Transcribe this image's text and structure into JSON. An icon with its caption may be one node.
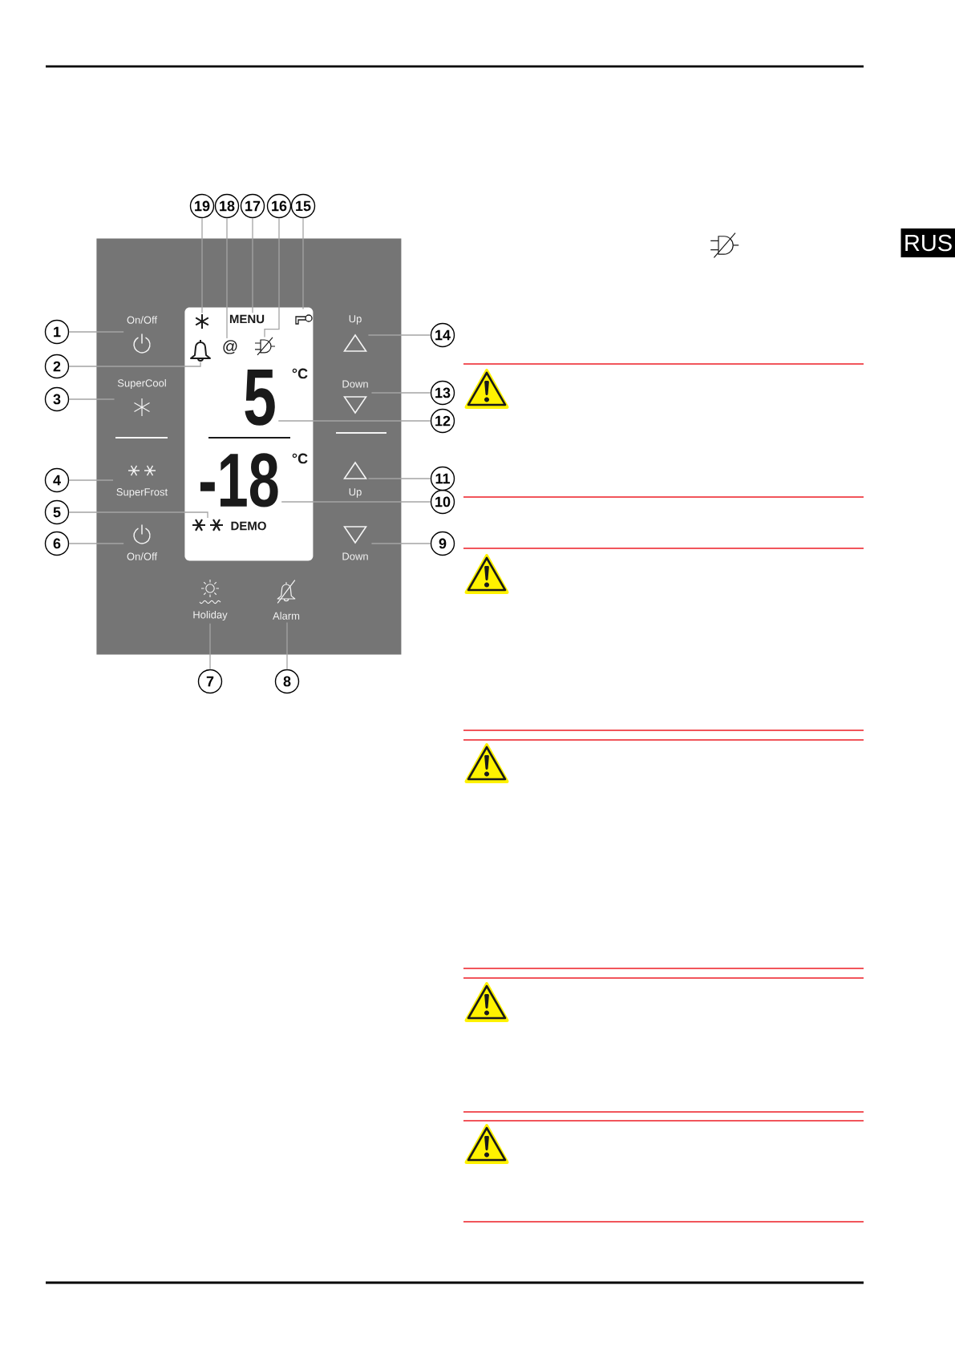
{
  "diagram": {
    "nodes": [
      {
        "text": [],
        "shape": "box"
      },
      {
        "text": [],
        "shape": "box",
        "in": 0
      },
      {
        "text": [
          "On/Off"
        ],
        "in": 0
      },
      {
        "text": [],
        "shape": "snowflake",
        "in": 1
      },
      {
        "text": [
          "MENU"
        ],
        "in": 1
      },
      {
        "text": [],
        "shape": "key",
        "in": 1
      },
      {
        "text": [
          "Up"
        ],
        "in": 0
      },
      {
        "text": [],
        "shape": "bell",
        "in": 1
      },
      {
        "text": [
          "@"
        ],
        "in": 1
      },
      {
        "text": [],
        "shape": "plug",
        "in": 1
      },
      {
        "text": [
          "SuperCool"
        ],
        "in": 0
      },
      {
        "text": [
          "5"
        ],
        "beside": [
          "°C"
        ],
        "in": 1
      },
      {
        "text": [
          "Down"
        ],
        "in": 0
      },
      {
        "text": [
          "SuperFrost"
        ],
        "in": 0
      },
      {
        "text": [
          "-18"
        ],
        "beside": [
          "°C"
        ],
        "in": 1
      },
      {
        "text": [
          "Up"
        ],
        "in": 0
      },
      {
        "text": [],
        "shape": "snowflakes",
        "beside": [
          "DEMO"
        ],
        "in": 1
      },
      {
        "text": [
          "On/Off"
        ],
        "in": 0
      },
      {
        "text": [
          "Down"
        ],
        "in": 0
      },
      {
        "text": [
          "Holiday"
        ],
        "in": 0
      },
      {
        "text": [
          "Alarm"
        ],
        "in": 0
      },
      {
        "text": [
          "1"
        ]
      },
      {
        "text": [
          "2"
        ]
      },
      {
        "text": [
          "3"
        ]
      },
      {
        "text": [
          "4"
        ]
      },
      {
        "text": [
          "5"
        ]
      },
      {
        "text": [
          "6"
        ]
      },
      {
        "text": [
          "7"
        ]
      },
      {
        "text": [
          "8"
        ]
      },
      {
        "text": [
          "9"
        ]
      },
      {
        "text": [
          "10"
        ]
      },
      {
        "text": [
          "11"
        ]
      },
      {
        "text": [
          "12"
        ]
      },
      {
        "text": [
          "13"
        ]
      },
      {
        "text": [
          "14"
        ]
      },
      {
        "text": [
          "15"
        ]
      },
      {
        "text": [
          "16"
        ]
      },
      {
        "text": [
          "17"
        ]
      },
      {
        "text": [
          "18"
        ]
      },
      {
        "text": [
          "19"
        ]
      },
      {
        "text": [
          "RUS"
        ]
      }
    ],
    "edges": [
      {
        "from": 21,
        "to": 2,
        "arrow": "none"
      },
      {
        "from": 22,
        "to": 7,
        "arrow": "none"
      },
      {
        "from": 23,
        "to": 10,
        "arrow": "none"
      },
      {
        "from": 24,
        "to": 13,
        "arrow": "none"
      },
      {
        "from": 25,
        "to": 16,
        "arrow": "none"
      },
      {
        "from": 26,
        "to": 17,
        "arrow": "none"
      },
      {
        "from": 27,
        "to": 19,
        "arrow": "none"
      },
      {
        "from": 28,
        "to": 20,
        "arrow": "none"
      },
      {
        "from": 29,
        "to": 18,
        "arrow": "none"
      },
      {
        "from": 30,
        "to": 14,
        "arrow": "none"
      },
      {
        "from": 31,
        "to": 15,
        "arrow": "none"
      },
      {
        "from": 32,
        "to": 11,
        "arrow": "none"
      },
      {
        "from": 33,
        "to": 12,
        "arrow": "none"
      },
      {
        "from": 34,
        "to": 6,
        "arrow": "none"
      },
      {
        "from": 35,
        "to": 5,
        "arrow": "none"
      },
      {
        "from": 36,
        "to": 9,
        "arrow": "none"
      },
      {
        "from": 37,
        "to": 4,
        "arrow": "none"
      },
      {
        "from": 38,
        "to": 8,
        "arrow": "none"
      },
      {
        "from": 39,
        "to": 3,
        "arrow": "none"
      }
    ]
  }
}
